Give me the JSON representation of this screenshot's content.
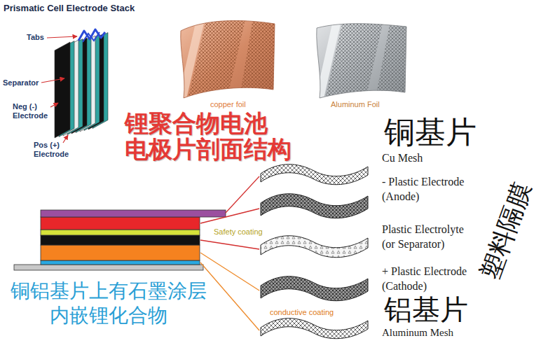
{
  "diagram": {
    "title": "Prismatic Cell Electrode Stack",
    "labels": [
      "Tabs",
      "Separator",
      "Neg (-) Electrode",
      "Pos (+) Electrode",
      "copper foil",
      "Aluminum Foil",
      "锂聚合物电池 电极片剖面结构",
      "Cu Mesh",
      "铜基片",
      "- Plastic Electrode (Anode)",
      "Safety coating",
      "Plastic Electrolyte (or Separator)",
      "塑料隔膜",
      "+ Plastic Electrode (Cathode)",
      "conductive coating",
      "Aluminum Mesh",
      "铝基片",
      "铜铝基片上有石墨涂层 内嵌锂化合物"
    ]
  }
}
